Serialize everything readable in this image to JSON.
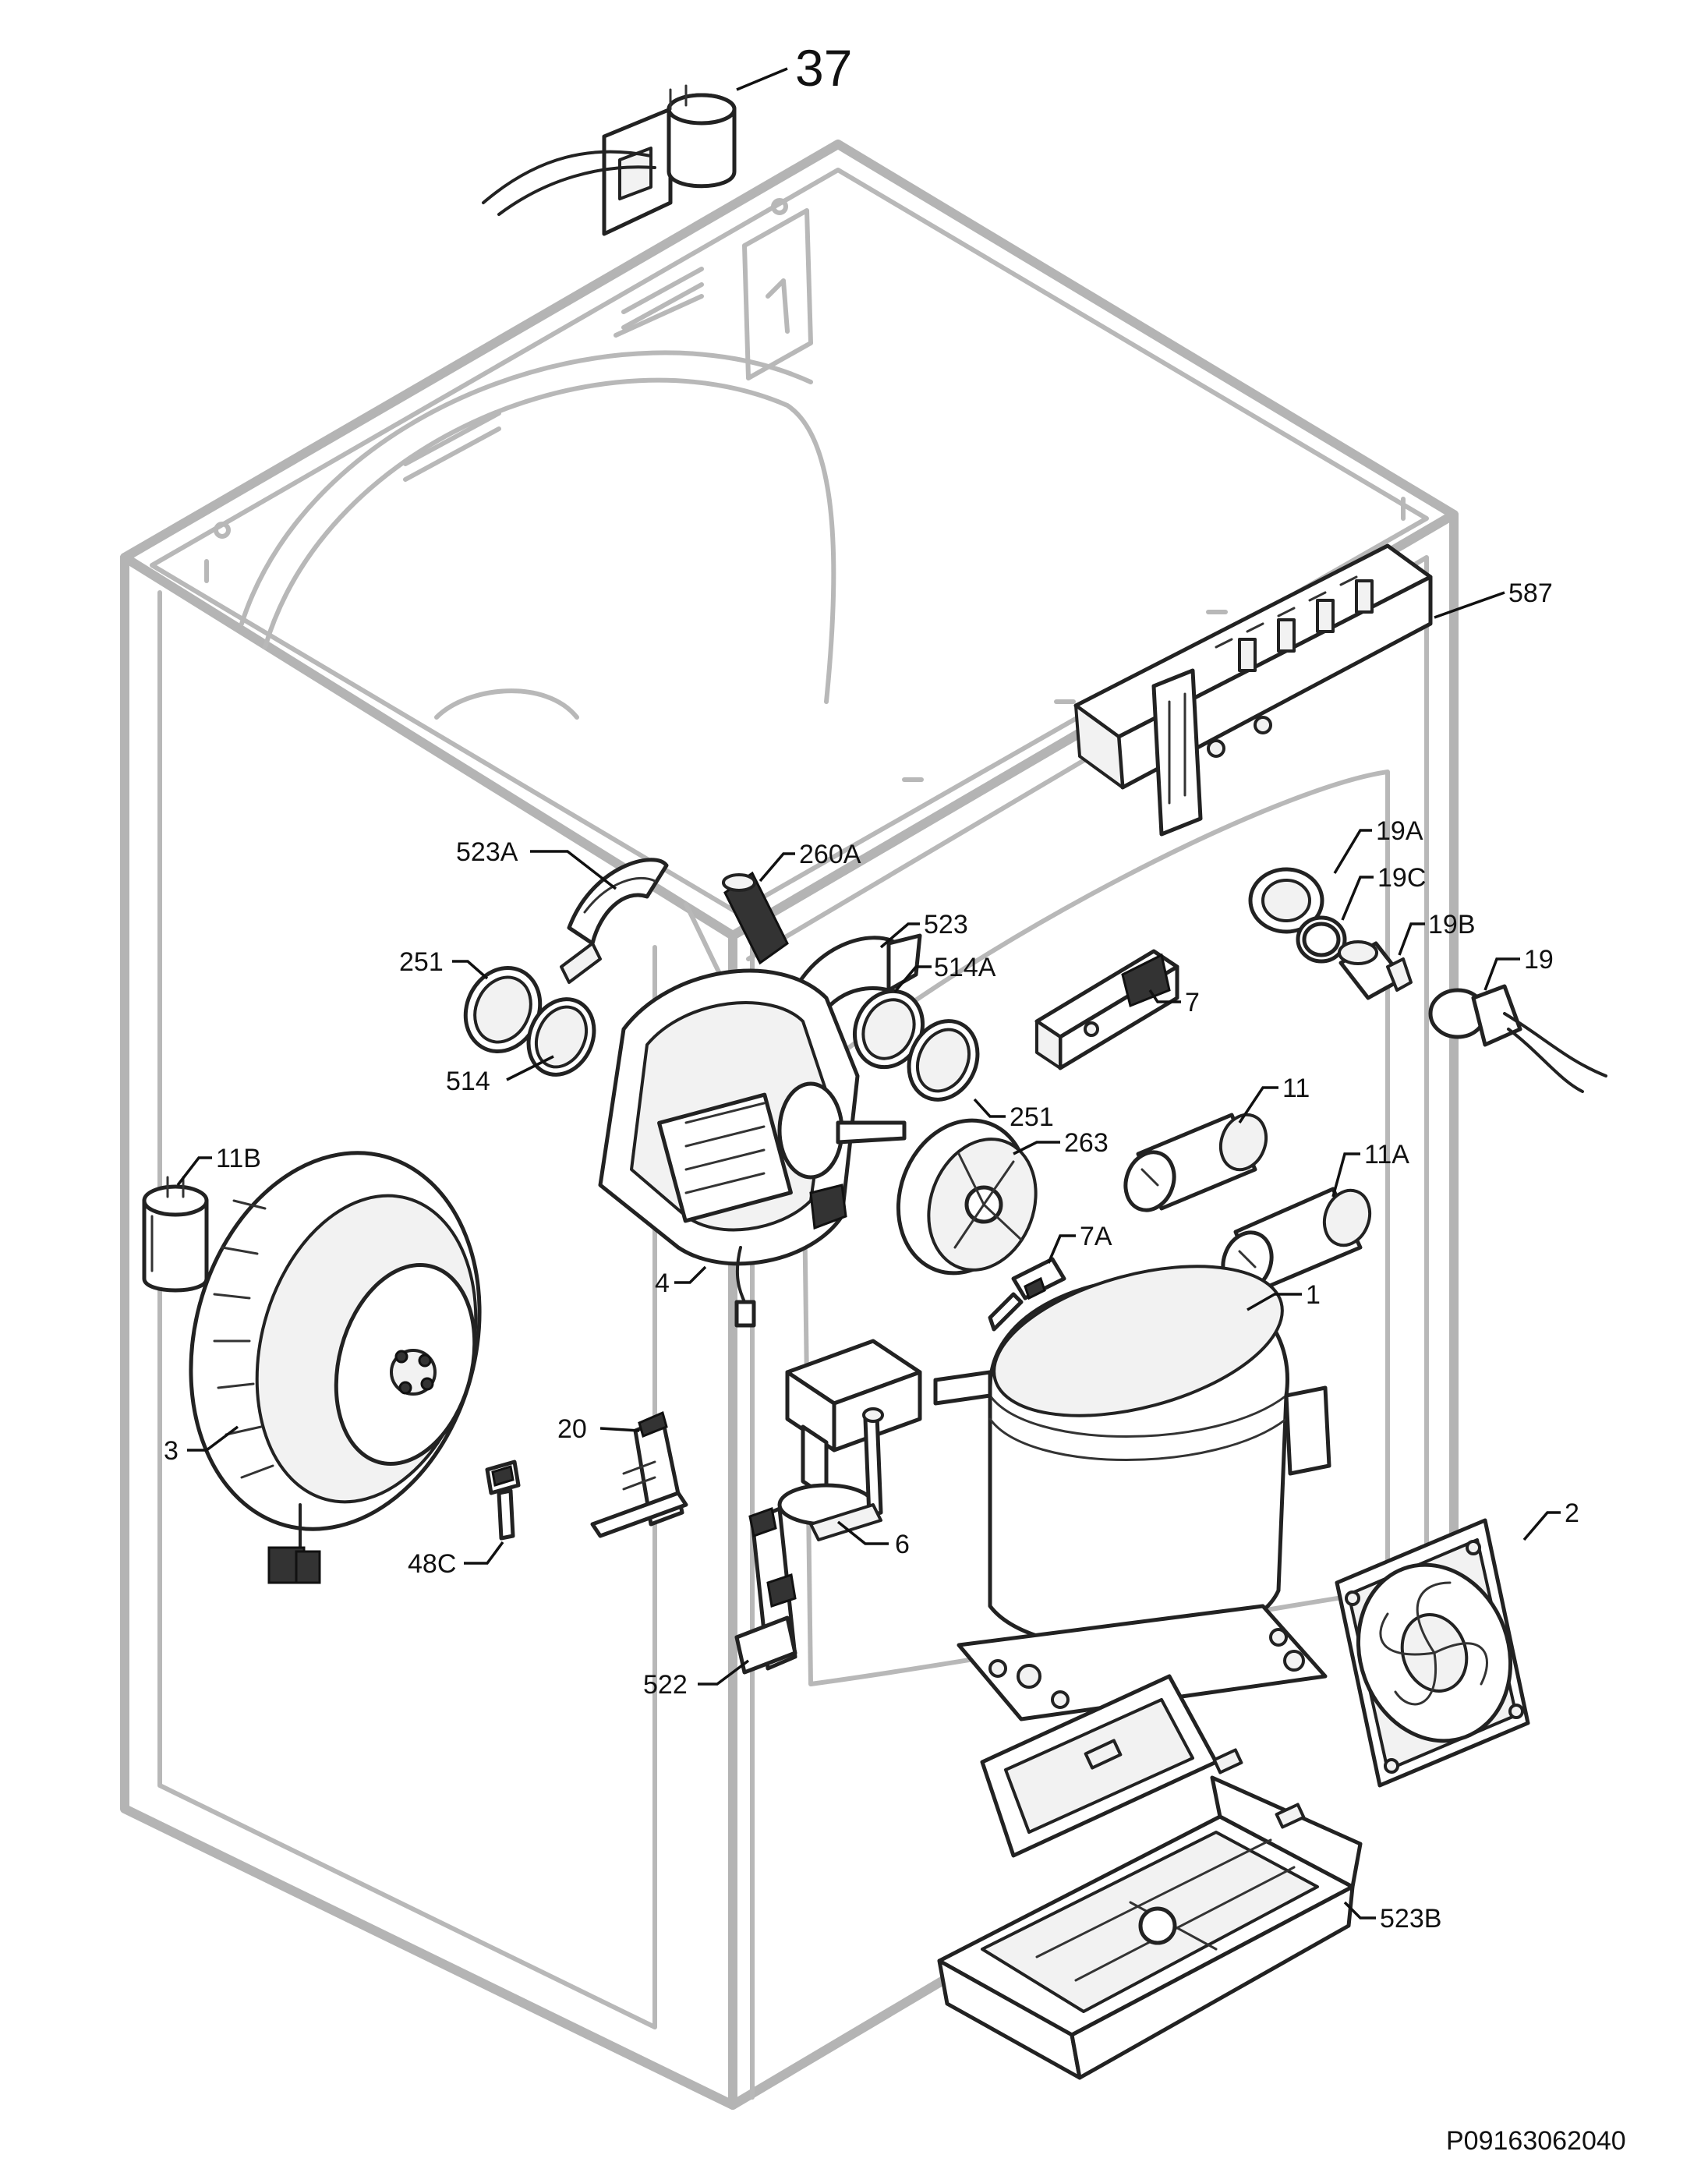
{
  "callouts": {
    "p37": "37",
    "p587": "587",
    "p523A": "523A",
    "p260A": "260A",
    "p523": "523",
    "p19A": "19A",
    "p19C": "19C",
    "p19B": "19B",
    "p19": "19",
    "p251a": "251",
    "p514A": "514A",
    "p7": "7",
    "p514": "514",
    "p251b": "251",
    "p11": "11",
    "p263": "263",
    "p11B": "11B",
    "p11A": "11A",
    "p7A": "7A",
    "p4": "4",
    "p1": "1",
    "p20": "20",
    "p3": "3",
    "p2": "2",
    "p6": "6",
    "p48C": "48C",
    "p522": "522",
    "p523B": "523B"
  },
  "diagram_code": "P09163062040"
}
